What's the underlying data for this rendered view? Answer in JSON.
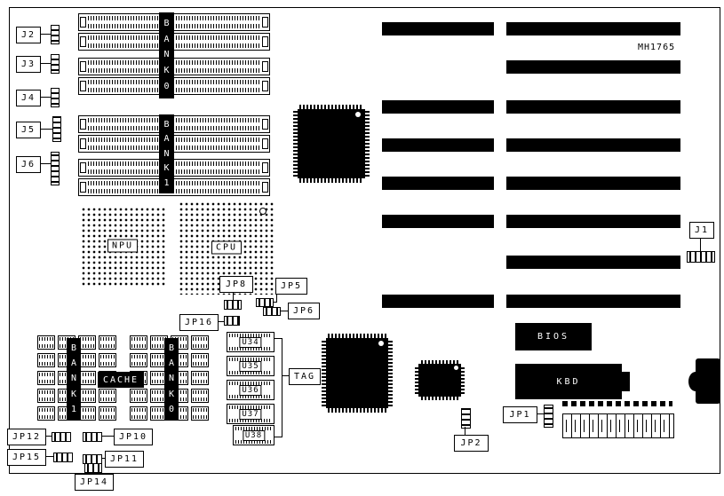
{
  "board": {
    "part_number": "MH1765"
  },
  "memory": {
    "bank0": "BANK0",
    "bank1": "BANK1"
  },
  "cache": {
    "label": "CACHE",
    "bank_left": "BANK1",
    "bank_right": "BANK0"
  },
  "chips": {
    "npu": "NPU",
    "cpu": "CPU",
    "bios": "BIOS",
    "kbd": "KBD",
    "tag": "TAG",
    "u_chips": [
      "U34",
      "U35",
      "U36",
      "U37",
      "U38"
    ]
  },
  "connectors": {
    "j1": "J1",
    "j2": "J2",
    "j3": "J3",
    "j4": "J4",
    "j5": "J5",
    "j6": "J6"
  },
  "jumpers": {
    "jp1": "JP1",
    "jp2": "JP2",
    "jp5": "JP5",
    "jp6": "JP6",
    "jp8": "JP8",
    "jp10": "JP10",
    "jp11": "JP11",
    "jp12": "JP12",
    "jp14": "JP14",
    "jp15": "JP15",
    "jp16": "JP16"
  }
}
